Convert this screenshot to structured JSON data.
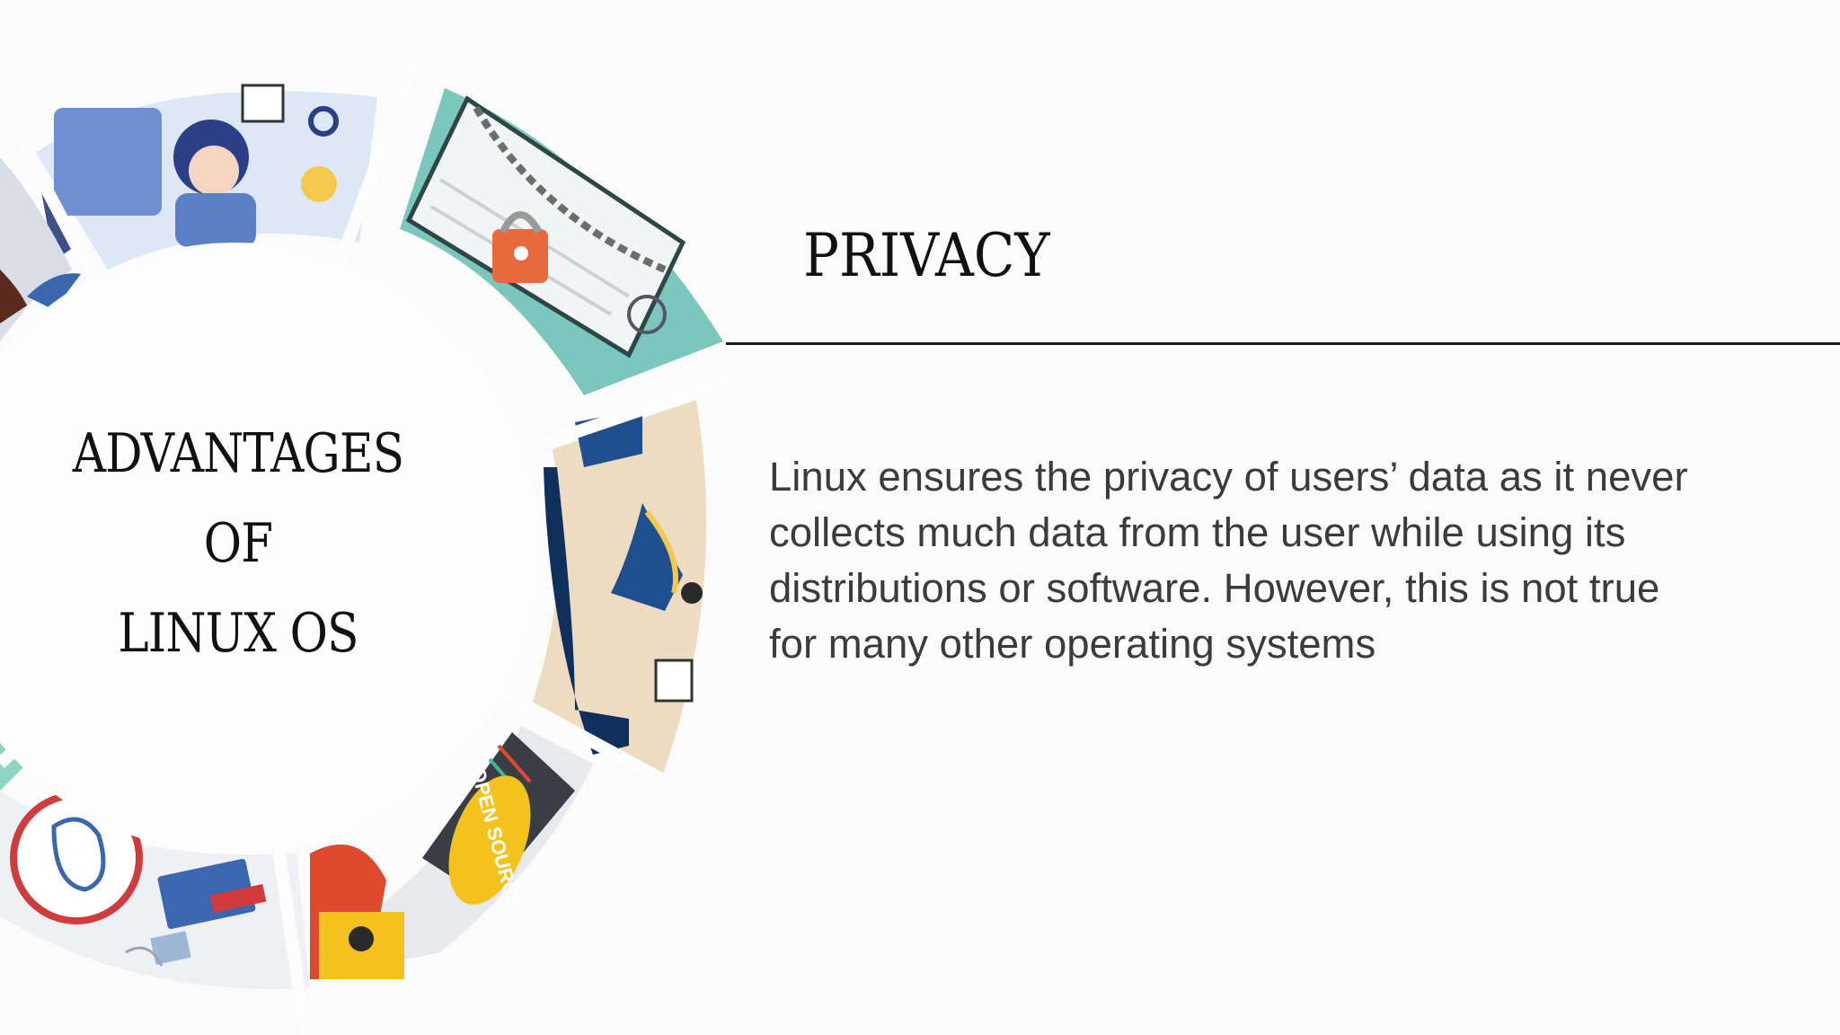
{
  "wheel": {
    "title_lines": [
      "ADVANTAGES",
      "OF",
      "LINUX OS"
    ],
    "segments": [
      {
        "name": "workspace-illustration",
        "colors": [
          "#dce6f4",
          "#5b7fc4",
          "#2b3f86",
          "#f2c94c"
        ]
      },
      {
        "name": "padlock-illustration",
        "colors": [
          "#7cc7bd",
          "#e8eef0",
          "#e86a3c",
          "#2d5a5a"
        ]
      },
      {
        "name": "businessman-illustration",
        "colors": [
          "#eddcc2",
          "#1f4f8f",
          "#0f2f5c",
          "#f2c94c"
        ]
      },
      {
        "name": "open-source-illustration",
        "colors": [
          "#e7e9ec",
          "#f4c21e",
          "#e04a2c",
          "#3a3d44"
        ]
      },
      {
        "name": "linux-penguin-illustration",
        "colors": [
          "#eef0f4",
          "#d23b3b",
          "#3b67b0",
          "#9fb7d6"
        ]
      }
    ],
    "open_source_badge": "OPEN SOURCE"
  },
  "heading": "PRIVACY",
  "body": {
    "lines": [
      "Linux ensures the privacy of users’ data as it never",
      "collects much data from the user while using its",
      "distributions or software. However, this is not true",
      "for many other operating systems"
    ]
  },
  "colors": {
    "background": "#fbfbfb",
    "text_dark": "#111111",
    "body_text": "#3b3b3b",
    "rule": "#1b1b1b"
  }
}
